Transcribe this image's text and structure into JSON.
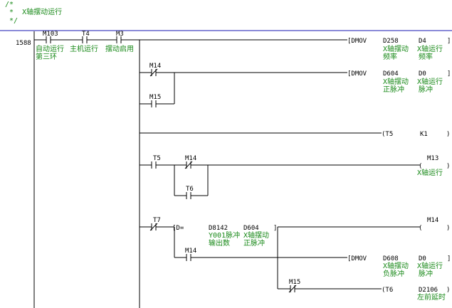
{
  "comment": {
    "line1": "/*",
    "line2": " *  X轴摆动运行",
    "line3": " */"
  },
  "step": "1588",
  "rung1": {
    "contacts": [
      {
        "device": "M103",
        "comment1": "自动运行",
        "comment2": "第三环"
      },
      {
        "device": "T4",
        "comment1": "主机运行",
        "comment2": ""
      },
      {
        "device": "M3",
        "comment1": "摆动启用",
        "comment2": ""
      }
    ],
    "instr": {
      "op": "[DMOV",
      "s1": "D258",
      "s1c1": "X轴摆动",
      "s1c2": "频率",
      "s2": "D4",
      "s2c1": "X轴运行",
      "s2c2": "频率",
      "close": "]"
    }
  },
  "rung2": {
    "contact": {
      "device": "M14"
    },
    "branch": {
      "device": "M15"
    },
    "instr": {
      "op": "[DMOV",
      "s1": "D604",
      "s1c1": "X轴摆动",
      "s1c2": "正脉冲",
      "s2": "D0",
      "s2c1": "X轴运行",
      "s2c2": "脉冲",
      "close": "]"
    }
  },
  "rung3": {
    "coil": {
      "open": "(T5",
      "value": "K1",
      "close": ")"
    }
  },
  "rung4": {
    "contacts": [
      {
        "device": "T5"
      },
      {
        "device": "M14"
      }
    ],
    "branch": {
      "device": "T6"
    },
    "coil": {
      "open": "(",
      "device": "M13",
      "comment": "X轴运行",
      "close": ")"
    }
  },
  "rung5": {
    "contact": {
      "device": "T7"
    },
    "compare": {
      "op": "[D=",
      "s1": "D8142",
      "s1c1": "Y001脉冲",
      "s1c2": "输出数",
      "s2": "D604",
      "s2c1": "X轴摆动",
      "s2c2": "正脉冲",
      "close": "]"
    },
    "coil": {
      "open": "(",
      "device": "M14",
      "close": ")"
    },
    "branch1": {
      "device": "M14",
      "instr": {
        "op": "[DMOV",
        "s1": "D608",
        "s1c1": "X轴摆动",
        "s1c2": "负脉冲",
        "s2": "D0",
        "s2c1": "X轴运行",
        "s2c2": "脉冲",
        "close": "]"
      }
    },
    "branch2": {
      "device": "M15",
      "coil": {
        "open": "(T6",
        "value": "D2106",
        "comment": "左前延时",
        "close": ")"
      }
    }
  },
  "colors": {
    "comment": "#1a8a1a",
    "line": "#000000",
    "border": "#8a8ad8"
  }
}
